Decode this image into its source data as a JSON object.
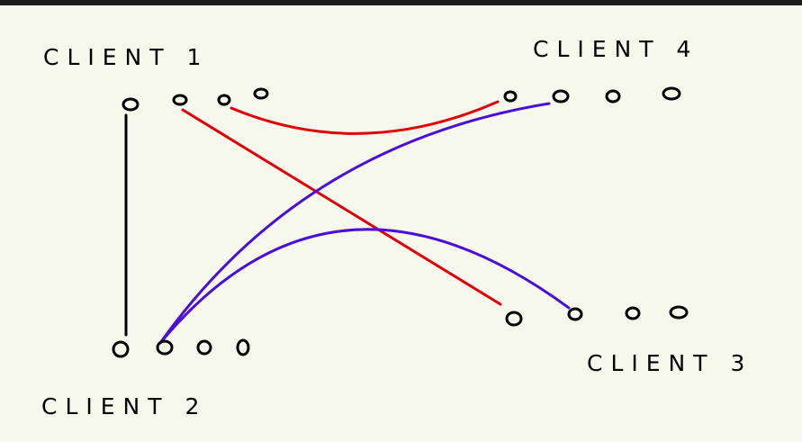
{
  "colors": {
    "background": "#f5f8ea",
    "top_bar": "#1c1c1c",
    "ink": "#000000",
    "red": "#e0000b",
    "purple": "#4a10d6"
  },
  "clients": [
    {
      "id": "client1",
      "label": "CLIENT 1",
      "port_count": 4
    },
    {
      "id": "client2",
      "label": "CLIENT 2",
      "port_count": 4
    },
    {
      "id": "client3",
      "label": "CLIENT 3",
      "port_count": 4
    },
    {
      "id": "client4",
      "label": "CLIENT 4",
      "port_count": 4
    }
  ],
  "connections": [
    {
      "from": "client1.port1",
      "to": "client2.port1",
      "color": "black"
    },
    {
      "from": "client1.port2",
      "to": "client3.port1",
      "color": "red"
    },
    {
      "from": "client1.port3",
      "to": "client4.port1",
      "color": "red"
    },
    {
      "from": "client2.port2",
      "to": "client4.port2",
      "color": "purple"
    },
    {
      "from": "client2.port2",
      "to": "client3.port2",
      "color": "purple"
    }
  ]
}
